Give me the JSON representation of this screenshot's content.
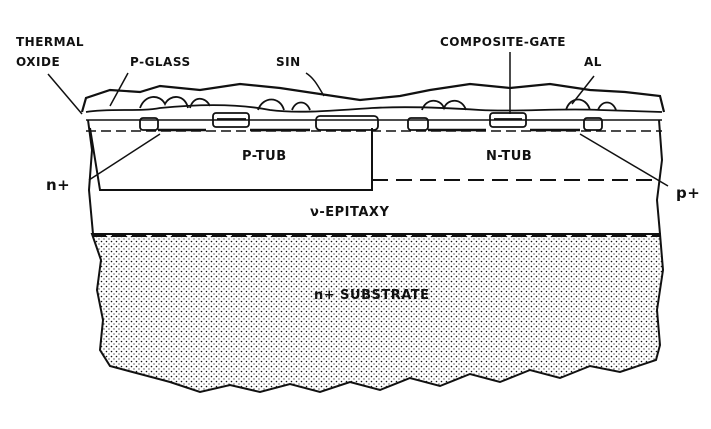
{
  "diagram": {
    "labels": {
      "thermal_oxide_line1": "THERMAL",
      "thermal_oxide_line2": "OXIDE",
      "p_glass": "P-GLASS",
      "sin": "SIN",
      "composite_gate": "COMPOSITE-GATE",
      "al": "AL",
      "p_tub": "P-TUB",
      "n_tub": "N-TUB",
      "n_plus": "n+",
      "p_plus": "p+",
      "epitaxy": "ν-EPITAXY",
      "substrate": "n+ SUBSTRATE"
    },
    "colors": {
      "ink": "#111111",
      "background": "#ffffff"
    }
  }
}
